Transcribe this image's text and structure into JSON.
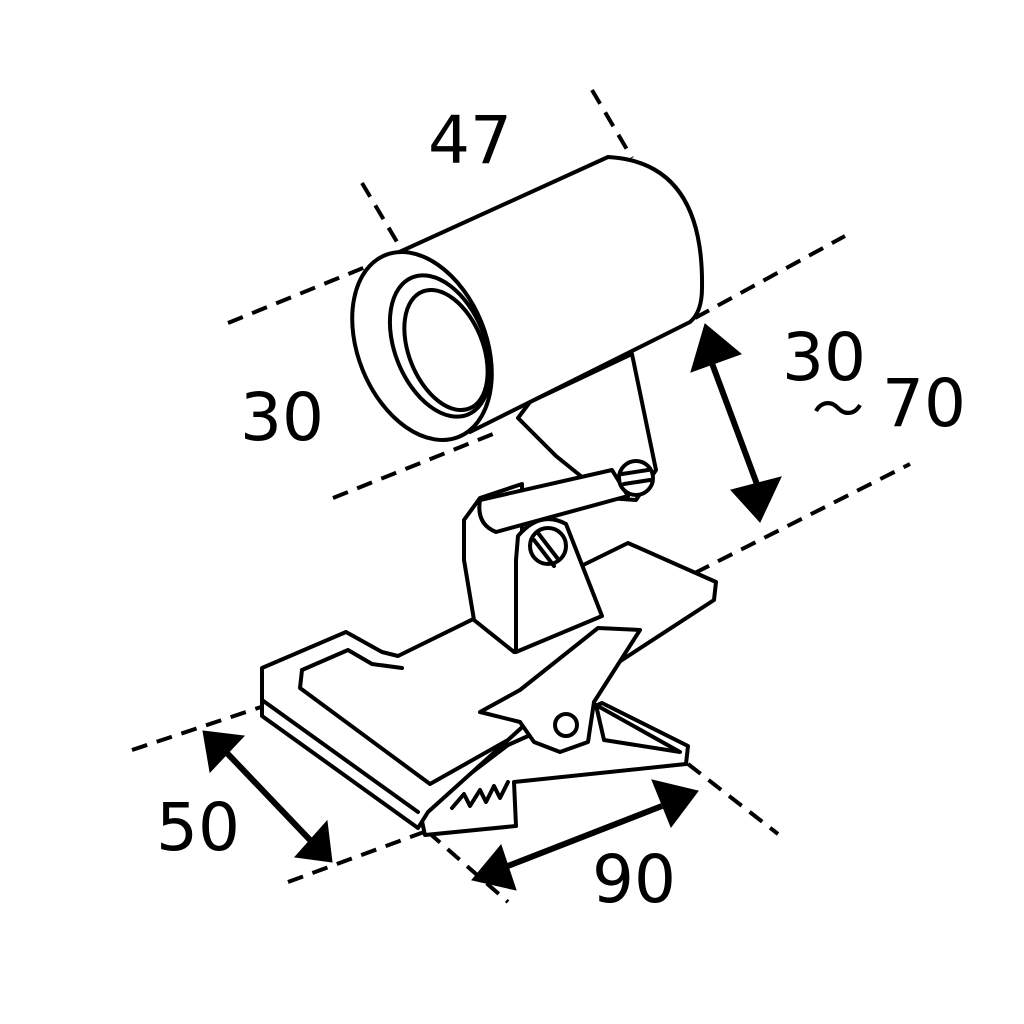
{
  "dimensions": {
    "head_length": "47",
    "head_diameter": "30",
    "height_min": "30",
    "height_tilde": "〜",
    "height_max": "70",
    "clip_width": "50",
    "clip_length": "90"
  }
}
